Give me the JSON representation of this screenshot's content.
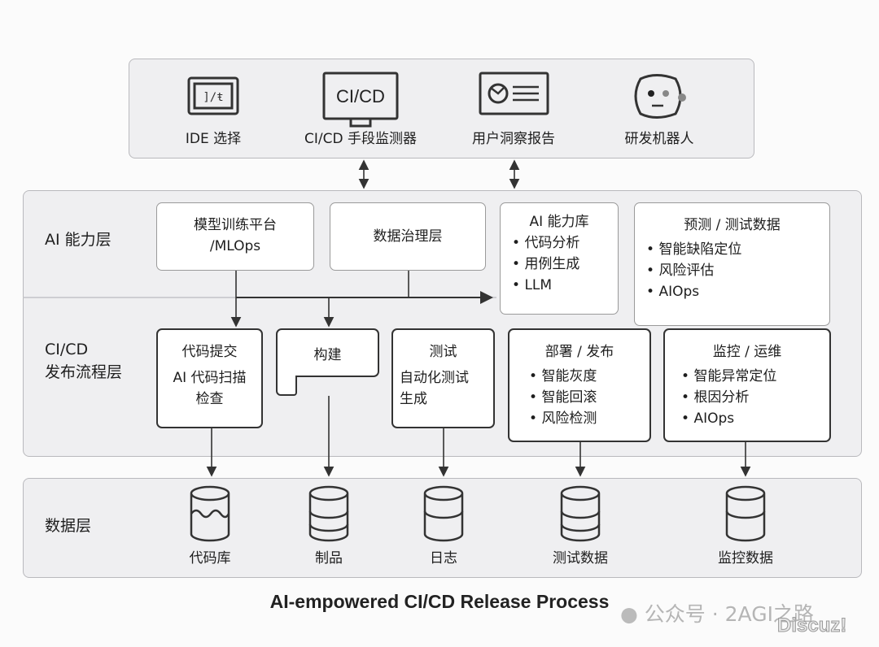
{
  "top_tools": [
    {
      "icon": "ide-icon",
      "label": "IDE 选择"
    },
    {
      "icon": "ci-cd-monitor-icon",
      "icon_text": "CI/CD",
      "label": "CI/CD 手段监测器"
    },
    {
      "icon": "dashboard-icon",
      "label": "用户洞察报告"
    },
    {
      "icon": "robot-face-icon",
      "label": "研发机器人"
    }
  ],
  "ai_layer": {
    "label": "AI 能力层",
    "boxes": [
      {
        "title": "模型训练平台",
        "subtitle": "/MLOps"
      },
      {
        "title": "数据治理层"
      },
      {
        "title": "AI 能力库",
        "items": [
          "代码分析",
          "用例生成",
          "LLM"
        ]
      },
      {
        "title": "预测 / 测试数据",
        "items": [
          "智能缺陷定位",
          "风险评估",
          "AIOps"
        ]
      }
    ]
  },
  "cicd_layer": {
    "label_line1": "CI/CD",
    "label_line2": "发布流程层",
    "boxes": [
      {
        "title": "代码提交",
        "body": "AI 代码扫描 检查"
      },
      {
        "title": "构建"
      },
      {
        "title": "测试",
        "body": "自动化测试 生成"
      },
      {
        "title": "部署 / 发布",
        "items": [
          "智能灰度",
          "智能回滚",
          "风险检测"
        ]
      },
      {
        "title": "监控 / 运维",
        "items": [
          "智能异常定位",
          "根因分析",
          "AIOps"
        ]
      }
    ]
  },
  "data_layer": {
    "label": "数据层",
    "stores": [
      "代码库",
      "制品",
      "日志",
      "测试数据",
      "监控数据"
    ]
  },
  "title": "AI-empowered CI/CD Release Process",
  "watermark": "公众号 · 2AGI之路",
  "watermark2": "Discuz!"
}
